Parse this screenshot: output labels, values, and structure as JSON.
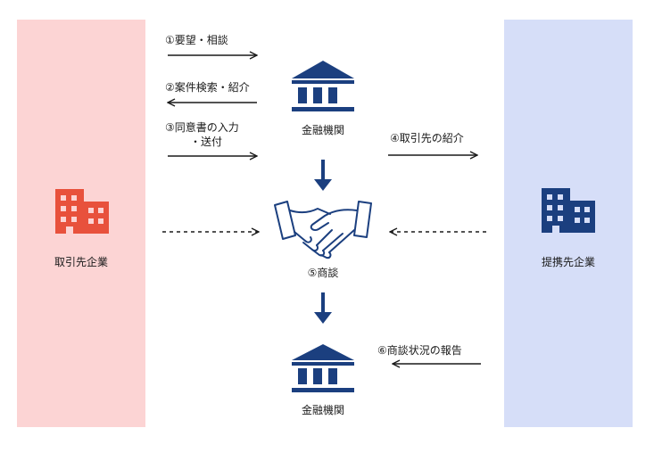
{
  "colors": {
    "navy": "#1b3f7f",
    "red": "#e8513c",
    "left_panel": "#fcd4d4",
    "right_panel": "#d6def8"
  },
  "icons": {
    "left_entity": "building-icon",
    "right_entity": "building-icon",
    "bank": "bank-icon",
    "meeting": "handshake-icon"
  },
  "left_entity": {
    "label": "取引先企業"
  },
  "right_entity": {
    "label": "提携先企業"
  },
  "bank_top": {
    "label": "金融機関"
  },
  "bank_bottom": {
    "label": "金融機関"
  },
  "meeting": {
    "label": "⑤商談"
  },
  "steps": {
    "s1": "①要望・相談",
    "s2": "②案件検索・紹介",
    "s3_line1": "③同意書の入力",
    "s3_line2": "・送付",
    "s4": "④取引先の紹介",
    "s6": "⑥商談状況の報告"
  }
}
